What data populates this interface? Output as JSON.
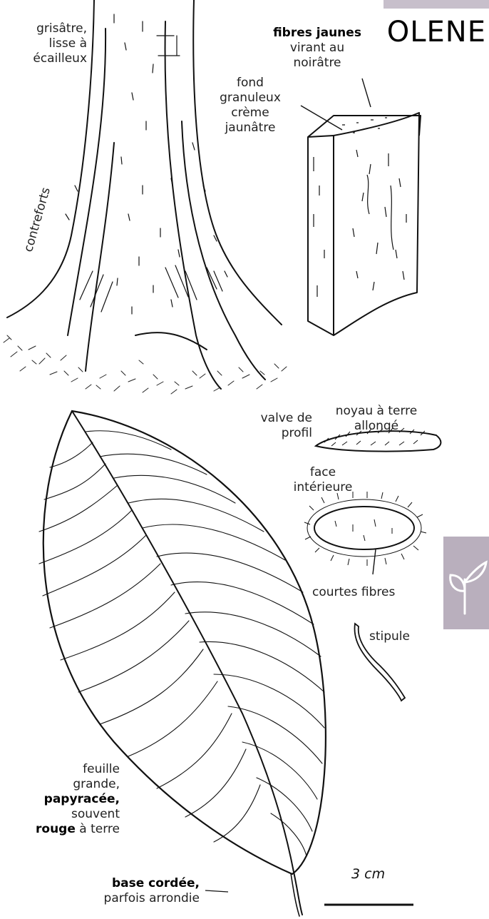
{
  "title": "OLENE",
  "labels": {
    "bark_1": "grisâtre,",
    "bark_2": "lisse à",
    "bark_3": "écailleux",
    "contreforts": "contreforts",
    "fibres_1": "fibres jaunes",
    "fibres_2": "virant au",
    "fibres_3": "noirâtre",
    "fond_1": "fond",
    "fond_2": "granuleux",
    "fond_3": "crème",
    "fond_4": "jaunâtre",
    "noyau_1": "noyau à terre",
    "noyau_2": "allongé",
    "valve_1": "valve de",
    "valve_2": "profil",
    "face_1": "face",
    "face_2": "intérieure",
    "courtes": "courtes fibres",
    "stipule": "stipule",
    "feuille_1": "feuille",
    "feuille_2": "grande,",
    "feuille_3": "papyracée,",
    "feuille_4": "souvent",
    "feuille_5a": "rouge",
    "feuille_5b": " à terre",
    "base_1": "base cordée,",
    "base_2": "parfois arrondie",
    "scale": "3 cm"
  },
  "colors": {
    "ink": "#111111",
    "tab": "#b9afbd",
    "tab_light": "#c7bfcb"
  },
  "icons": {
    "side_tab": "seedling-icon"
  }
}
